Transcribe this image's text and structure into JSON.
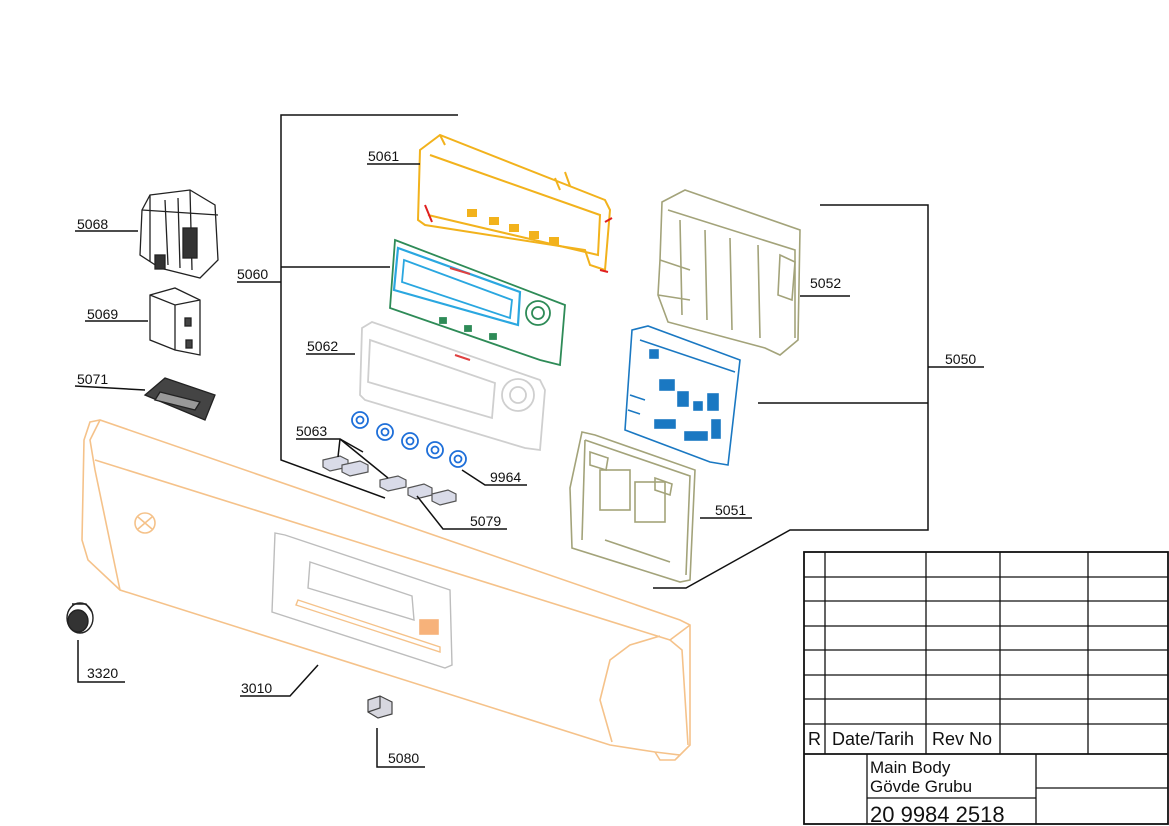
{
  "parts": {
    "p5068": "5068",
    "p5069": "5069",
    "p5071": "5071",
    "p3320": "3320",
    "p3010": "3010",
    "p5080": "5080",
    "p5060": "5060",
    "p5061": "5061",
    "p5062": "5062",
    "p5063": "5063",
    "p9964": "9964",
    "p5079": "5079",
    "p5052": "5052",
    "p5050": "5050",
    "p5051": "5051"
  },
  "title_block": {
    "rev_marker": "R",
    "date_header": "Date/Tarih",
    "rev_header": "Rev No",
    "title_line1": "Main Body",
    "title_line2": "Gövde Grubu",
    "part_number": "20 9984 2518"
  },
  "colors": {
    "panel": "#f5c28a",
    "frame_yellow": "#f2b21c",
    "pcb_green": "#2e8b57",
    "display_cyan": "#2aa7e0",
    "knob_blue": "#1e6fd9",
    "board_blue": "#1a78c2",
    "olive": "#a3a37a",
    "gray": "#b8b8b8",
    "dark": "#222222"
  }
}
